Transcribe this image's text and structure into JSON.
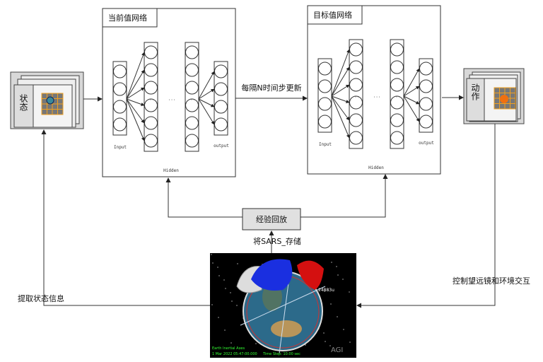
{
  "current_net": {
    "title": "当前值网络",
    "input": "Input",
    "hidden": "Hidden",
    "output": "output"
  },
  "target_net": {
    "title": "目标值网络",
    "input": "Input",
    "hidden": "Hidden",
    "output": "output"
  },
  "update_label": "每隔N时间步更新",
  "replay": {
    "label": "经验回放",
    "store_label": "将SARS_存储"
  },
  "state_label": "状态",
  "action_label": "动作",
  "extract_label": "提取状态信息",
  "control_label": "控制望远镜和环境交互",
  "sim": {
    "axes": "Earth Inertial Axes",
    "time": "1 Mar 2022 05:47:00.000",
    "step": "Time Step: 10.00 sec",
    "sat": "24883u",
    "logo": "AGI"
  }
}
